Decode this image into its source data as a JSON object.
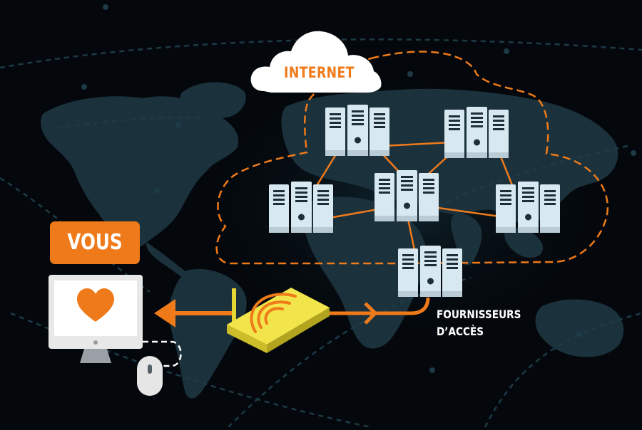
{
  "labels": {
    "internet": "INTERNET",
    "you": "VOUS",
    "isp_line1": "FOURNISSEURS",
    "isp_line2": "D’ACCÈS"
  },
  "colors": {
    "background": "#04080c",
    "map_land": "#1b323d",
    "map_lines": "#1d3a47",
    "accent_orange": "#ef7a1a",
    "server_face": "#d8e8f0",
    "router_yellow": "#f2e54b",
    "monitor_body": "#e8e8e8",
    "text_light": "#ffffff"
  },
  "icons": {
    "cloud": "cloud-icon",
    "server": "server-rack-icon",
    "router": "wifi-router-icon",
    "computer": "desktop-computer-icon",
    "mouse": "mouse-icon",
    "heart": "heart-icon"
  }
}
